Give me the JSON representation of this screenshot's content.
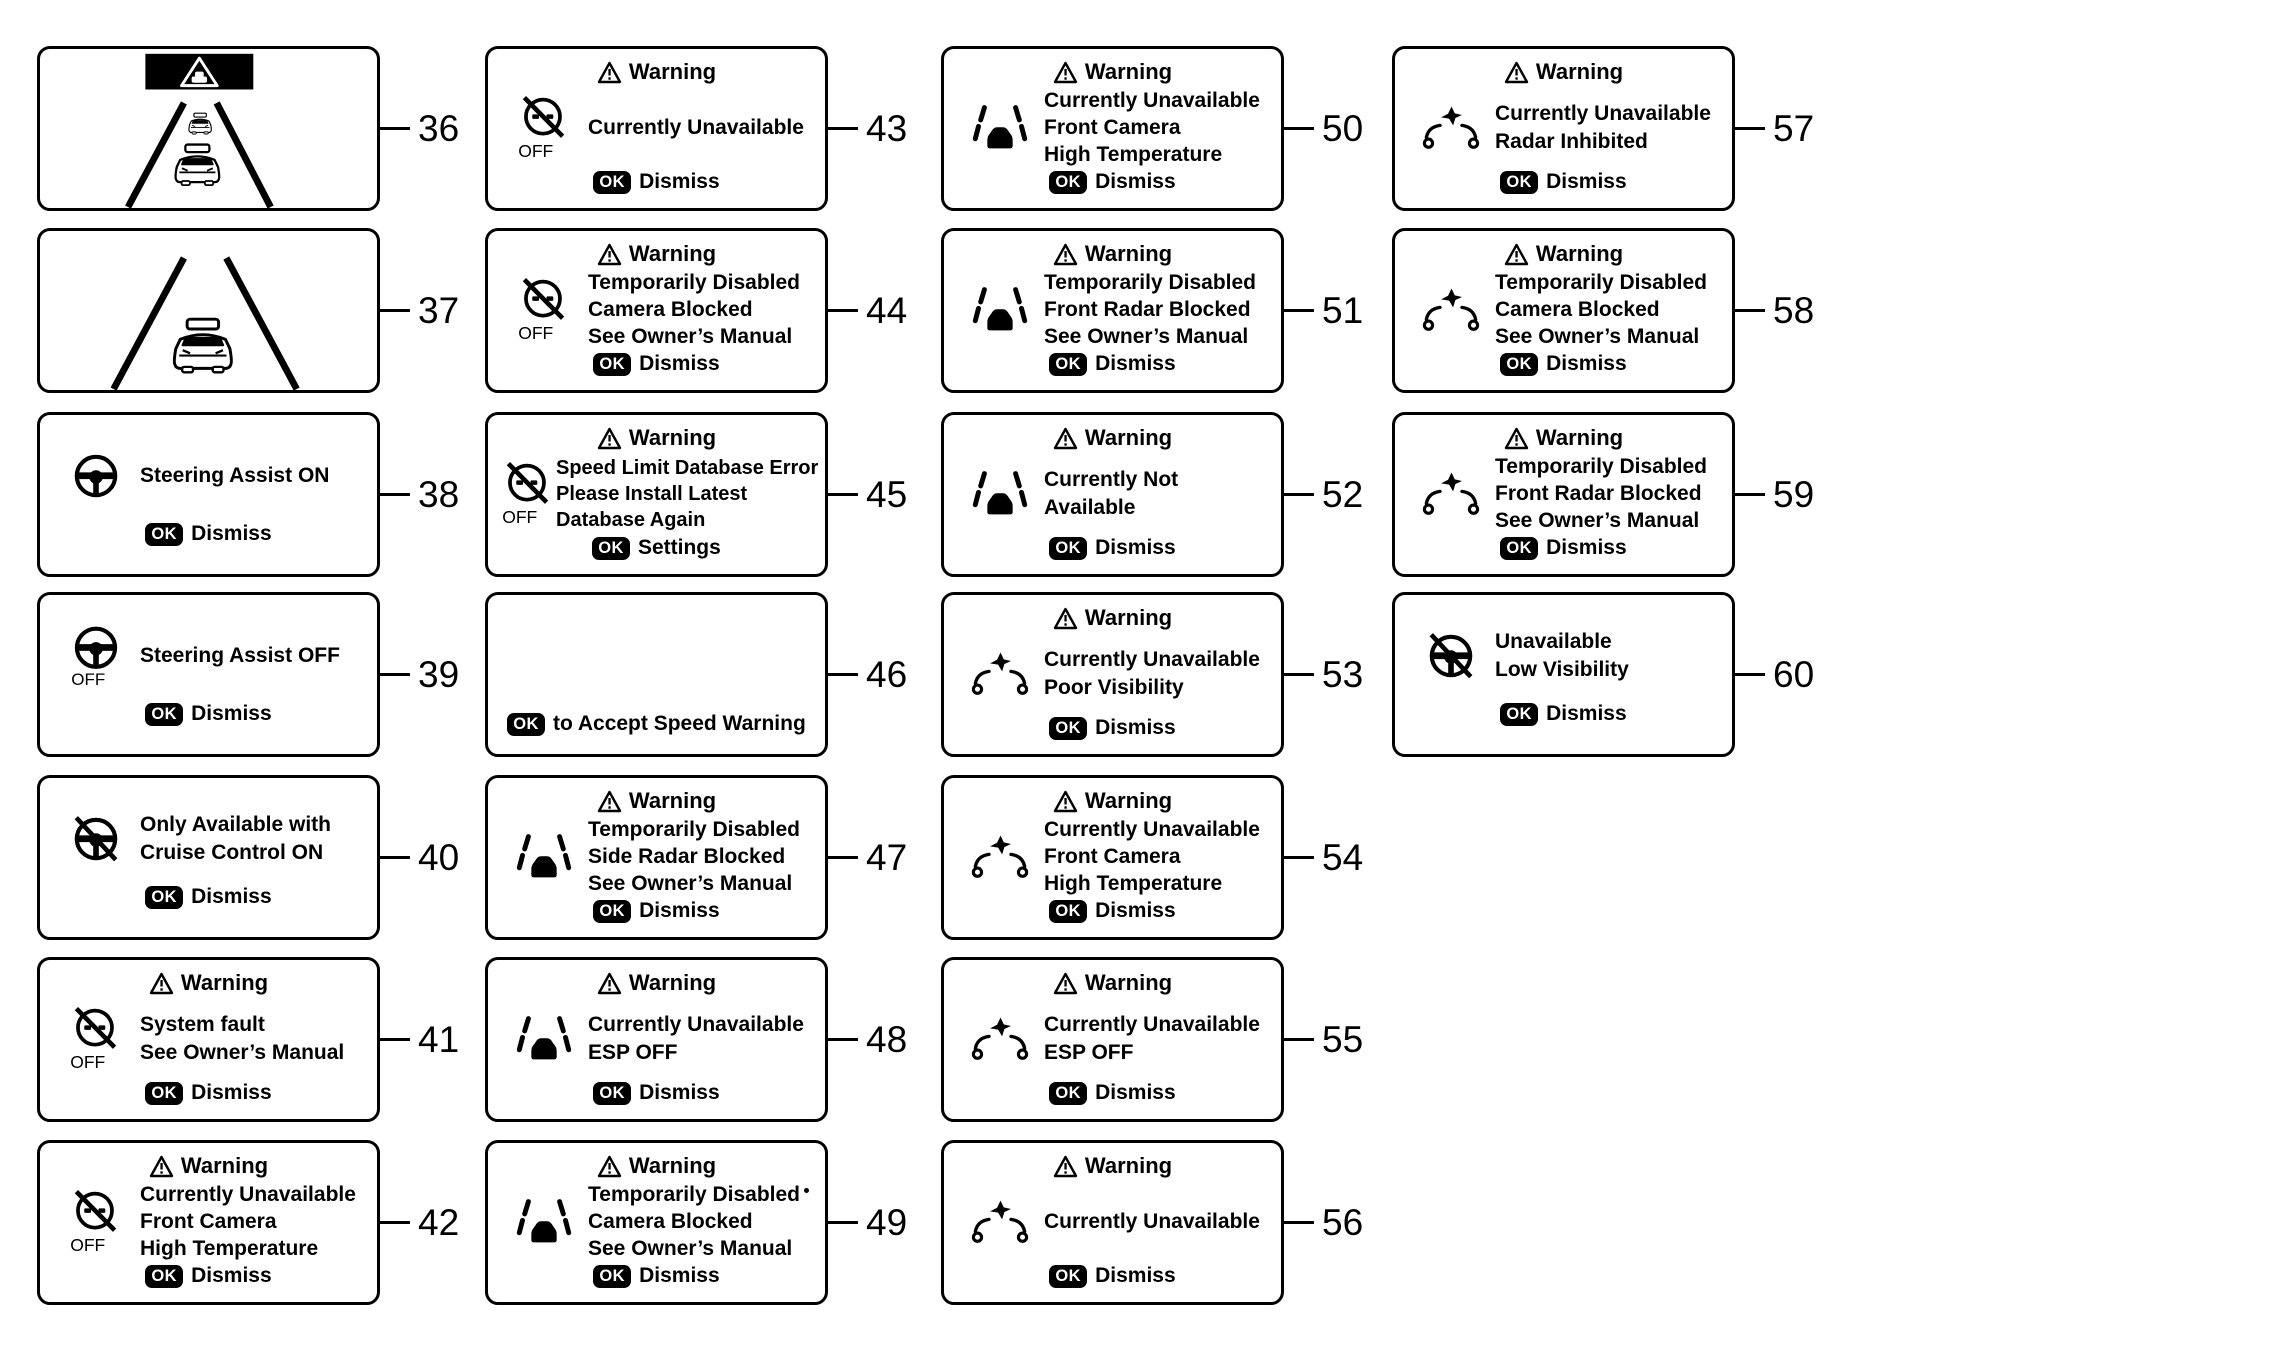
{
  "colors": {
    "ink": "#000000",
    "paper": "#ffffff"
  },
  "labels": {
    "warning": "Warning",
    "ok": "OK",
    "off": "OFF"
  },
  "panels": [
    {
      "num": "36",
      "col": 0,
      "row": 0,
      "kind": "display",
      "graphic": "lead-car-alert"
    },
    {
      "num": "37",
      "col": 0,
      "row": 1,
      "kind": "display",
      "graphic": "lane-view"
    },
    {
      "num": "38",
      "col": 0,
      "row": 2,
      "kind": "message",
      "warning": false,
      "icon": "steering-wheel",
      "lines": [
        "Steering Assist ON"
      ],
      "action": "Dismiss"
    },
    {
      "num": "39",
      "col": 0,
      "row": 3,
      "kind": "message",
      "warning": false,
      "icon": "steering-wheel-off",
      "lines": [
        "Steering Assist OFF"
      ],
      "action": "Dismiss"
    },
    {
      "num": "40",
      "col": 0,
      "row": 4,
      "kind": "message",
      "warning": false,
      "icon": "crossed-steering-wheel",
      "lines": [
        "Only Available with",
        "Cruise Control ON"
      ],
      "action": "Dismiss"
    },
    {
      "num": "41",
      "col": 0,
      "row": 5,
      "kind": "message",
      "warning": true,
      "icon": "speed-limit-off",
      "lines": [
        "System fault",
        "See Owner’s Manual"
      ],
      "action": "Dismiss"
    },
    {
      "num": "42",
      "col": 0,
      "row": 6,
      "kind": "message",
      "warning": true,
      "icon": "speed-limit-off",
      "lines": [
        "Currently Unavailable",
        "Front Camera",
        "High Temperature"
      ],
      "action": "Dismiss"
    },
    {
      "num": "43",
      "col": 1,
      "row": 0,
      "kind": "message",
      "warning": true,
      "icon": "speed-limit-off",
      "lines": [
        "Currently Unavailable"
      ],
      "action": "Dismiss"
    },
    {
      "num": "44",
      "col": 1,
      "row": 1,
      "kind": "message",
      "warning": true,
      "icon": "speed-limit-off",
      "lines": [
        "Temporarily Disabled",
        "Camera Blocked",
        "See Owner’s Manual"
      ],
      "action": "Dismiss"
    },
    {
      "num": "45",
      "col": 1,
      "row": 2,
      "kind": "message",
      "warning": true,
      "tight": true,
      "icon": "speed-limit-off",
      "lines": [
        "Speed Limit Database Error",
        "Please Install Latest",
        "Database Again"
      ],
      "action": "Settings"
    },
    {
      "num": "46",
      "col": 1,
      "row": 3,
      "kind": "accept",
      "action": "to Accept Speed Warning"
    },
    {
      "num": "47",
      "col": 1,
      "row": 4,
      "kind": "message",
      "warning": true,
      "icon": "lane-keeping",
      "lines": [
        "Temporarily Disabled",
        "Side Radar Blocked",
        "See Owner’s Manual"
      ],
      "action": "Dismiss"
    },
    {
      "num": "48",
      "col": 1,
      "row": 5,
      "kind": "message",
      "warning": true,
      "icon": "lane-keeping",
      "lines": [
        "Currently Unavailable",
        "ESP OFF"
      ],
      "action": "Dismiss"
    },
    {
      "num": "49",
      "col": 1,
      "row": 6,
      "kind": "message",
      "warning": true,
      "icon": "lane-keeping",
      "lines": [
        "Temporarily Disabled",
        "Camera Blocked",
        "See Owner’s Manual"
      ],
      "action": "Dismiss"
    },
    {
      "num": "50",
      "col": 2,
      "row": 0,
      "kind": "message",
      "warning": true,
      "icon": "lane-keeping",
      "lines": [
        "Currently Unavailable",
        "Front Camera",
        "High Temperature"
      ],
      "action": "Dismiss"
    },
    {
      "num": "51",
      "col": 2,
      "row": 1,
      "kind": "message",
      "warning": true,
      "icon": "lane-keeping",
      "lines": [
        "Temporarily Disabled",
        "Front Radar Blocked",
        "See Owner’s Manual"
      ],
      "action": "Dismiss"
    },
    {
      "num": "52",
      "col": 2,
      "row": 2,
      "kind": "message",
      "warning": true,
      "icon": "lane-keeping",
      "lines": [
        "Currently Not Available"
      ],
      "action": "Dismiss"
    },
    {
      "num": "53",
      "col": 2,
      "row": 3,
      "kind": "message",
      "warning": true,
      "icon": "collision-warning",
      "lines": [
        "Currently Unavailable",
        "Poor Visibility"
      ],
      "action": "Dismiss"
    },
    {
      "num": "54",
      "col": 2,
      "row": 4,
      "kind": "message",
      "warning": true,
      "icon": "collision-warning",
      "lines": [
        "Currently Unavailable",
        "Front Camera",
        "High Temperature"
      ],
      "action": "Dismiss"
    },
    {
      "num": "55",
      "col": 2,
      "row": 5,
      "kind": "message",
      "warning": true,
      "icon": "collision-warning",
      "lines": [
        "Currently Unavailable",
        "ESP OFF"
      ],
      "action": "Dismiss"
    },
    {
      "num": "56",
      "col": 2,
      "row": 6,
      "kind": "message",
      "warning": true,
      "icon": "collision-warning",
      "lines": [
        "Currently Unavailable"
      ],
      "action": "Dismiss"
    },
    {
      "num": "57",
      "col": 3,
      "row": 0,
      "kind": "message",
      "warning": true,
      "icon": "collision-warning",
      "lines": [
        "Currently Unavailable",
        "Radar Inhibited"
      ],
      "action": "Dismiss"
    },
    {
      "num": "58",
      "col": 3,
      "row": 1,
      "kind": "message",
      "warning": true,
      "icon": "collision-warning",
      "lines": [
        "Temporarily Disabled",
        "Camera Blocked",
        "See Owner’s Manual"
      ],
      "action": "Dismiss"
    },
    {
      "num": "59",
      "col": 3,
      "row": 2,
      "kind": "message",
      "warning": true,
      "icon": "collision-warning",
      "lines": [
        "Temporarily Disabled",
        "Front Radar Blocked",
        "See Owner’s Manual"
      ],
      "action": "Dismiss"
    },
    {
      "num": "60",
      "col": 3,
      "row": 3,
      "kind": "message",
      "warning": false,
      "icon": "crossed-steering-wheel",
      "lines": [
        "Unavailable",
        "Low Visibility"
      ],
      "action": "Dismiss"
    }
  ]
}
